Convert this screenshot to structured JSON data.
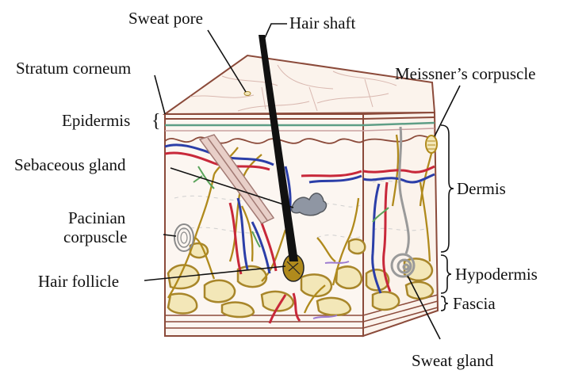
{
  "labels": {
    "sweat_pore": "Sweat pore",
    "hair_shaft": "Hair shaft",
    "stratum_corneum": "Stratum corneum",
    "meissners_corpuscle": "Meissner’s corpuscle",
    "epidermis": "Epidermis",
    "sebaceous_gland": "Sebaceous gland",
    "dermis": "Dermis",
    "pacinian_line1": "Pacinian",
    "pacinian_line2": "corpuscle",
    "hair_follicle": "Hair follicle",
    "hypodermis": "Hypodermis",
    "fascia": "Fascia",
    "sweat_gland": "Sweat gland"
  },
  "colors": {
    "skin_top": "#fbf3ec",
    "skin_line": "#8b4a3a",
    "artery": "#c8283a",
    "vein": "#2b3ea8",
    "nerve": "#b08a1c",
    "fat_fill": "#f3e7b8",
    "fat_line": "#a8862a",
    "hair": "#111111",
    "epidermis_band": "#5e9e86",
    "gland_gray": "#9a9a9a"
  }
}
